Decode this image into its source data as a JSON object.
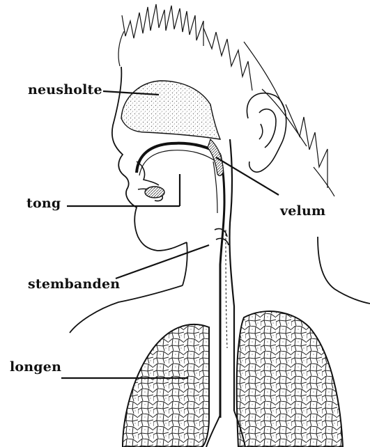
{
  "diagram": {
    "labels": {
      "neusholte": "neusholte",
      "tong": "tong",
      "velum": "velum",
      "stembanden": "stembanden",
      "longen": "longen"
    },
    "colors": {
      "ink": "#111111",
      "stipple": "#8a8a8a",
      "background": "#ffffff"
    }
  }
}
